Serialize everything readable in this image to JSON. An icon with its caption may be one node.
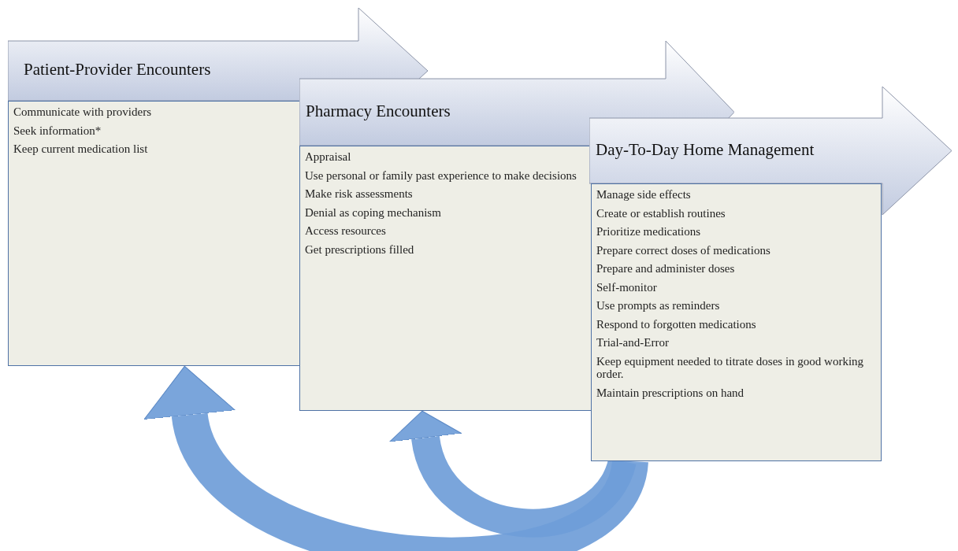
{
  "diagram": {
    "nodes": [
      {
        "text": [
          "Patient-Provider Encounters"
        ]
      },
      {
        "text": [
          "Communicate with providers",
          "Seek information*",
          "Keep current medication list"
        ]
      },
      {
        "text": [
          "Pharmacy Encounters"
        ]
      },
      {
        "text": [
          "Appraisal",
          "Use personal or family past experience to make decisions",
          "Make risk assessments",
          "Denial as coping mechanism",
          "Access resources",
          "Get prescriptions filled"
        ]
      },
      {
        "text": [
          "Day-To-Day Home Management"
        ]
      },
      {
        "text": [
          "Manage side effects",
          "Create or establish routines",
          "Prioritize medications",
          "Prepare correct doses of medications",
          "Prepare and administer doses",
          "Self-monitor",
          "Use prompts as reminders",
          "Respond to forgotten medications",
          "Trial-and-Error",
          "Keep equipment needed to titrate doses in good working order.",
          "Maintain prescriptions on hand"
        ]
      }
    ],
    "edges": [
      {
        "from": 5,
        "to": 1,
        "arrow": "to"
      },
      {
        "from": 5,
        "to": 3,
        "arrow": "to"
      }
    ]
  }
}
